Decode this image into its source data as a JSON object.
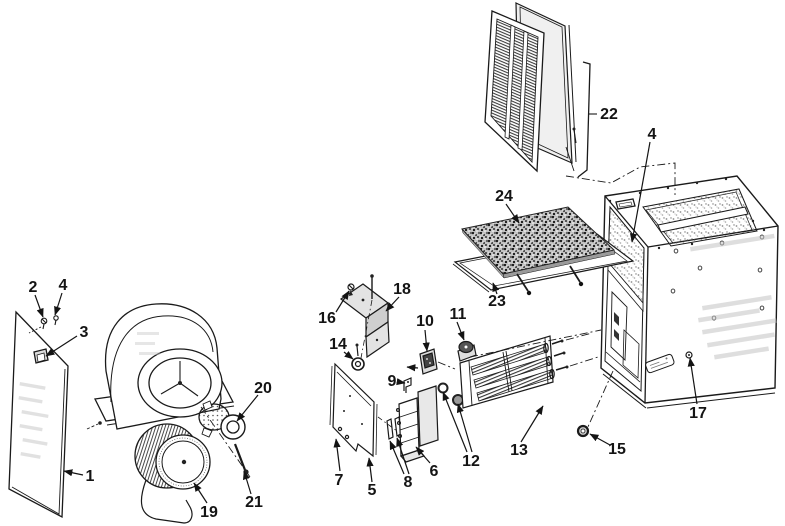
{
  "diagram": {
    "callouts": [
      {
        "label": "1"
      },
      {
        "label": "2"
      },
      {
        "label": "3"
      },
      {
        "label": "4"
      },
      {
        "label": "4"
      },
      {
        "label": "5"
      },
      {
        "label": "6"
      },
      {
        "label": "7"
      },
      {
        "label": "8"
      },
      {
        "label": "9"
      },
      {
        "label": "10"
      },
      {
        "label": "11"
      },
      {
        "label": "12"
      },
      {
        "label": "13"
      },
      {
        "label": "14"
      },
      {
        "label": "15"
      },
      {
        "label": "16"
      },
      {
        "label": "17"
      },
      {
        "label": "18"
      },
      {
        "label": "19"
      },
      {
        "label": "20"
      },
      {
        "label": "21"
      },
      {
        "label": "22"
      },
      {
        "label": "23"
      },
      {
        "label": "24"
      }
    ],
    "colors": {
      "line": "#1a1a1a",
      "background": "#ffffff",
      "accent_fill": "#e3e3e3"
    }
  }
}
